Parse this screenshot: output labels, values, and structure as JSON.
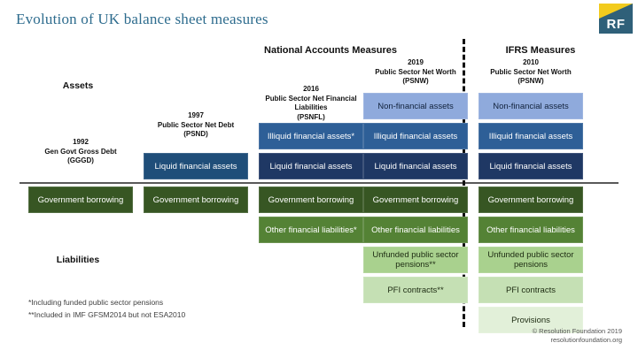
{
  "slide": {
    "title": "Evolution of UK balance sheet measures",
    "logo": {
      "text": "RF",
      "square_color": "#2F6079",
      "wedge_color": "#F2CB1D"
    },
    "group_headings": {
      "national_accounts": "National Accounts Measures",
      "ifrs": "IFRS Measures"
    },
    "side_labels": {
      "assets": "Assets",
      "liabilities": "Liabilities"
    },
    "columns": [
      {
        "id": "gggd",
        "year": "1992",
        "name": "Gen Govt Gross Debt",
        "abbrev": "(GGGD)",
        "assets": [],
        "liabilities": [
          {
            "label": "Government borrowing",
            "tone": "g-govb"
          }
        ]
      },
      {
        "id": "psnd",
        "year": "1997",
        "name": "Public Sector Net Debt",
        "abbrev": "(PSND)",
        "assets": [
          {
            "label": "Liquid financial assets",
            "tone": "b-liq97"
          }
        ],
        "liabilities": [
          {
            "label": "Government borrowing",
            "tone": "g-govb"
          }
        ]
      },
      {
        "id": "psnfl",
        "year": "2016",
        "name": "Public Sector Net Financial Liabilities",
        "abbrev": "(PSNFL)",
        "assets": [
          {
            "label": "Illiquid financial assets*",
            "tone": "b-illiq"
          },
          {
            "label": "Liquid financial assets",
            "tone": "b-liq"
          }
        ],
        "liabilities": [
          {
            "label": "Government borrowing",
            "tone": "g-govb"
          },
          {
            "label": "Other financial liabilities*",
            "tone": "g-other"
          }
        ]
      },
      {
        "id": "psnw2019",
        "year": "2019",
        "name": "Public Sector Net Worth",
        "abbrev": "(PSNW)",
        "assets": [
          {
            "label": "Non-financial assets",
            "tone": "b-nonfin"
          },
          {
            "label": "Illiquid financial assets",
            "tone": "b-illiq"
          },
          {
            "label": "Liquid financial assets",
            "tone": "b-liq"
          }
        ],
        "liabilities": [
          {
            "label": "Government borrowing",
            "tone": "g-govb"
          },
          {
            "label": "Other financial liabilities",
            "tone": "g-other"
          },
          {
            "label": "Unfunded public sector pensions**",
            "tone": "g-pens"
          },
          {
            "label": "PFI contracts**",
            "tone": "g-pfi"
          }
        ]
      },
      {
        "id": "psnw2010",
        "year": "2010",
        "name": "Public Sector Net Worth",
        "abbrev": "(PSNW)",
        "assets": [
          {
            "label": "Non-financial assets",
            "tone": "b-nonfin"
          },
          {
            "label": "Illiquid financial assets",
            "tone": "b-illiq"
          },
          {
            "label": "Liquid financial assets",
            "tone": "b-liq"
          }
        ],
        "liabilities": [
          {
            "label": "Government borrowing",
            "tone": "g-govb"
          },
          {
            "label": "Other financial liabilities",
            "tone": "g-other"
          },
          {
            "label": "Unfunded public sector pensions",
            "tone": "g-pens"
          },
          {
            "label": "PFI contracts",
            "tone": "g-pfi"
          },
          {
            "label": "Provisions",
            "tone": "g-prov"
          }
        ]
      }
    ],
    "footnotes": [
      "*Including funded public sector pensions",
      "**Included in IMF GFSM2014 but not ESA2010"
    ],
    "credit_line1": "© Resolution Foundation 2019",
    "credit_line2": "resolutionfoundation.org",
    "colors": {
      "title": "#2E6C8E",
      "non_financial_assets": "#8FAADC",
      "illiquid_financial_assets": "#2E5F97",
      "liquid_financial_assets": "#1F3864",
      "liquid_financial_assets_psnd": "#1F4E79",
      "government_borrowing": "#375623",
      "other_financial_liabilities": "#548235",
      "unfunded_pensions": "#A9D18E",
      "pfi_contracts": "#C5E0B4",
      "provisions": "#E2F0D9",
      "divider": "#595959"
    }
  }
}
